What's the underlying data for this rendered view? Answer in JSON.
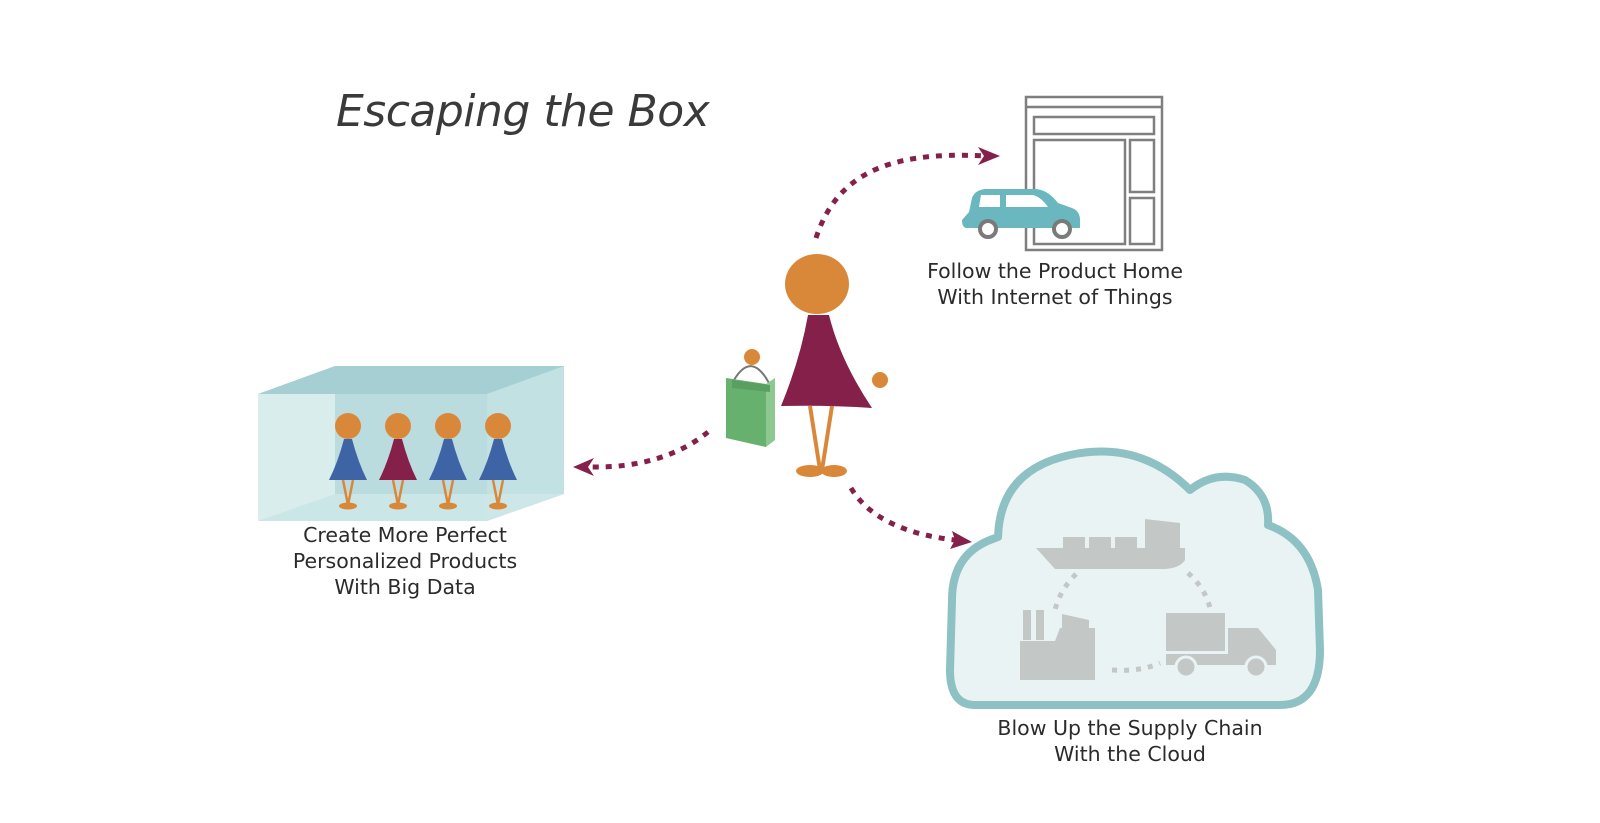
{
  "title": "Escaping the Box",
  "colors": {
    "arrow": "#84204a",
    "skin": "#d9883a",
    "dress_main": "#84204a",
    "dress_blue": "#3f64a6",
    "bag": "#67b16f",
    "car": "#6bb7bf",
    "building_outline": "#7a7a7a",
    "box": "#a9d3d6",
    "cloud_stroke": "#8dc1c3",
    "cloud_fill": "#eaf3f3",
    "supply_icons": "#c3c8c6"
  },
  "branches": [
    {
      "id": "iot",
      "direction": "up-right",
      "icons": [
        "storefront-icon",
        "car-icon"
      ],
      "caption": [
        "Follow the Product Home",
        "With Internet of Things"
      ]
    },
    {
      "id": "bigdata",
      "direction": "left",
      "icons": [
        "box-icon",
        "people-icon"
      ],
      "people_dress_colors": [
        "blue",
        "magenta",
        "blue",
        "blue"
      ],
      "caption": [
        "Create More Perfect",
        "Personalized Products",
        "With Big Data"
      ]
    },
    {
      "id": "cloud",
      "direction": "down-right",
      "icons": [
        "cloud-icon",
        "ship-icon",
        "factory-icon",
        "truck-icon"
      ],
      "caption": [
        "Blow Up the Supply Chain",
        "With the Cloud"
      ]
    }
  ],
  "center": {
    "figure": "shopper-icon",
    "holding": "shopping-bag-icon"
  }
}
